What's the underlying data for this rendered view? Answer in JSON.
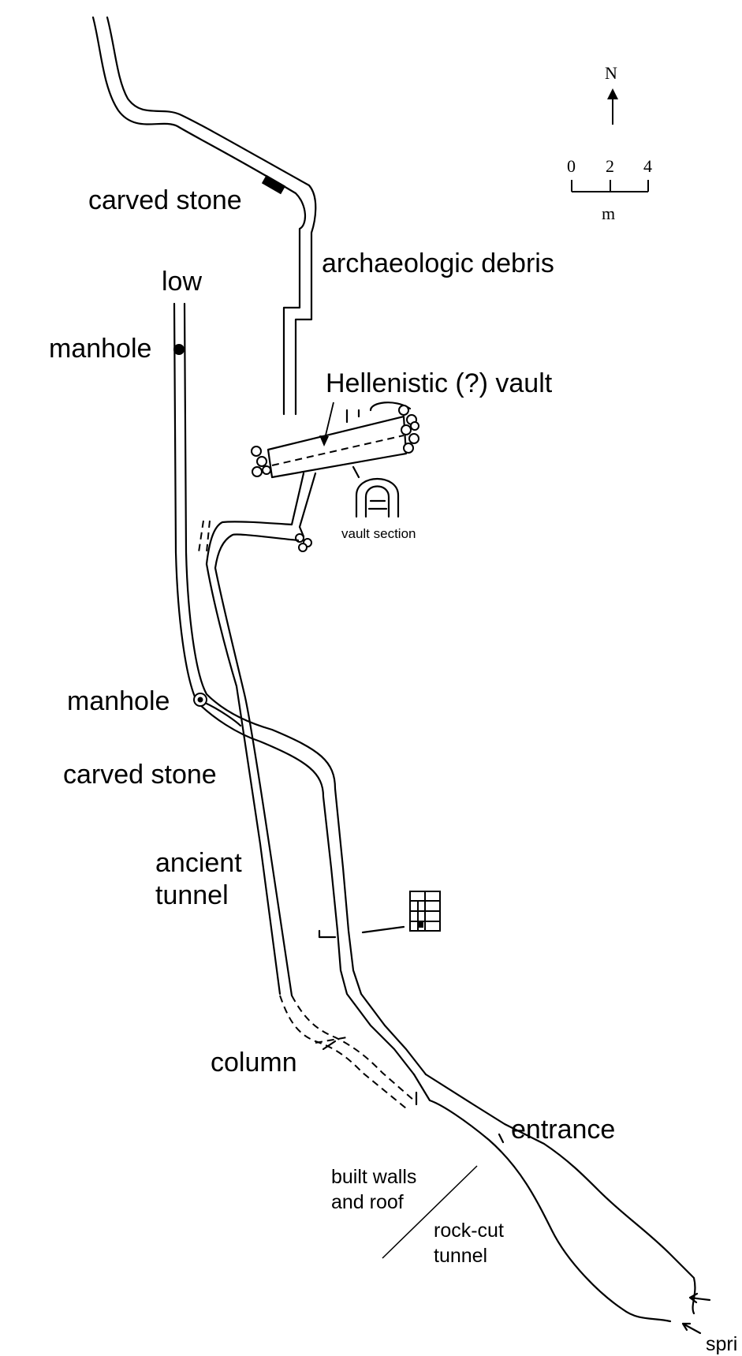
{
  "labels": {
    "carved_stone_top": "carved stone",
    "archaeologic_debris": "archaeologic debris",
    "low": "low",
    "manhole_top": "manhole",
    "hellenistic_vault": "Hellenistic (?) vault",
    "vault_section": "vault section",
    "manhole_mid": "manhole",
    "carved_stone_mid": "carved stone",
    "ancient": "ancient",
    "tunnel": "tunnel",
    "column": "column",
    "entrance": "entrance",
    "built_walls": "built walls",
    "and_roof": "and roof",
    "rock_cut": "rock-cut",
    "rock_tunnel": "tunnel",
    "spring": "spri"
  },
  "north_arrow": {
    "label": "N"
  },
  "scale_bar": {
    "ticks": [
      "0",
      "2",
      "4"
    ],
    "unit": "m"
  },
  "icons": [
    "north-arrow-icon",
    "manhole-icon",
    "rubble-icon",
    "vault-section-icon",
    "masonry-section-icon"
  ]
}
